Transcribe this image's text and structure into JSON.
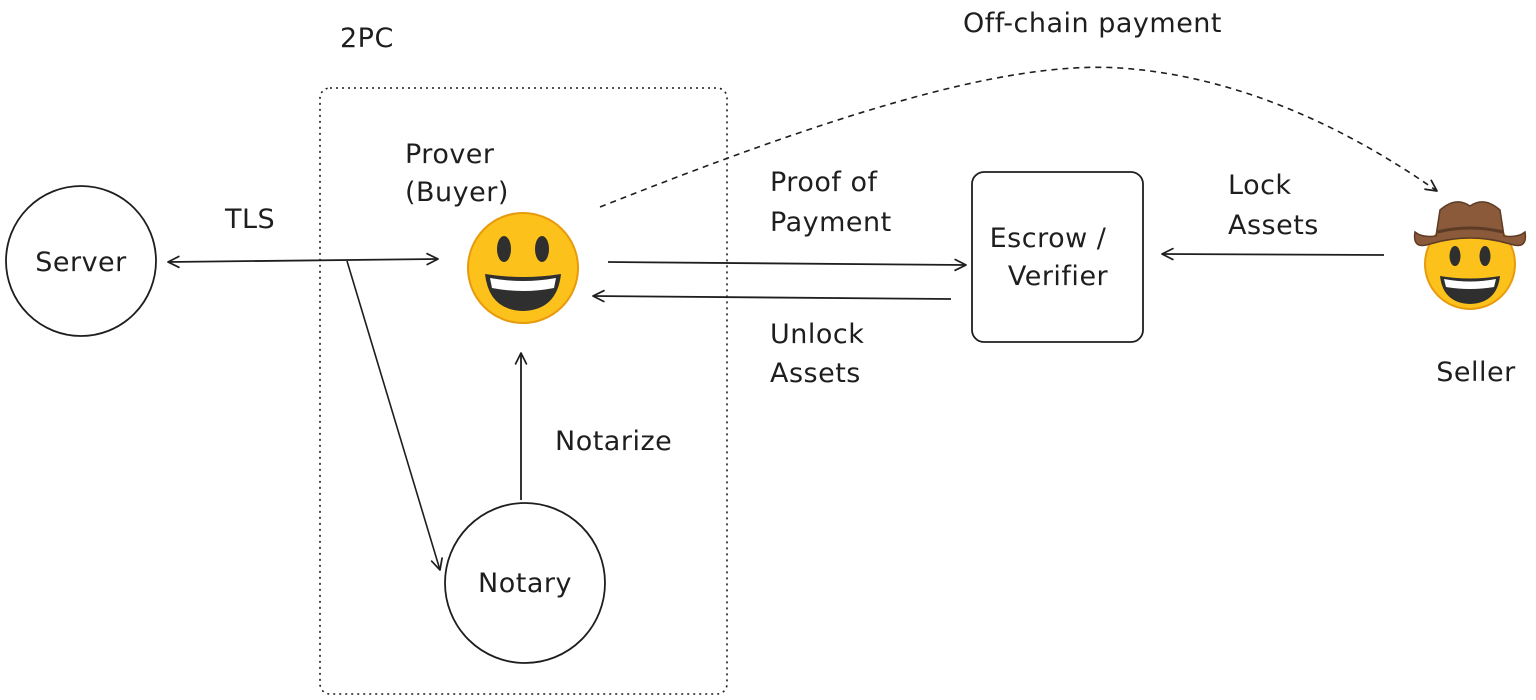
{
  "nodes": {
    "server": {
      "label": "Server"
    },
    "prover": {
      "label_line1": "Prover",
      "label_line2": "(Buyer)",
      "icon": "grinning-face-emoji"
    },
    "notary": {
      "label": "Notary"
    },
    "escrow": {
      "label_line1": "Escrow /",
      "label_line2": "Verifier"
    },
    "seller": {
      "label": "Seller",
      "icon": "cowboy-hat-face-emoji"
    }
  },
  "groups": {
    "twopc": {
      "label": "2PC"
    }
  },
  "edges": {
    "tls": {
      "label": "TLS"
    },
    "notarize": {
      "label": "Notarize"
    },
    "proof_of_payment": {
      "label_line1": "Proof of",
      "label_line2": "Payment"
    },
    "unlock_assets": {
      "label_line1": "Unlock",
      "label_line2": "Assets"
    },
    "lock_assets": {
      "label_line1": "Lock",
      "label_line2": "Assets"
    },
    "offchain_payment": {
      "label": "Off-chain payment"
    }
  },
  "colors": {
    "stroke": "#1e1e1e",
    "emoji_yellow": "#fcc21b",
    "emoji_outline": "#e89a0c",
    "hat_brown": "#8a5a3b"
  }
}
